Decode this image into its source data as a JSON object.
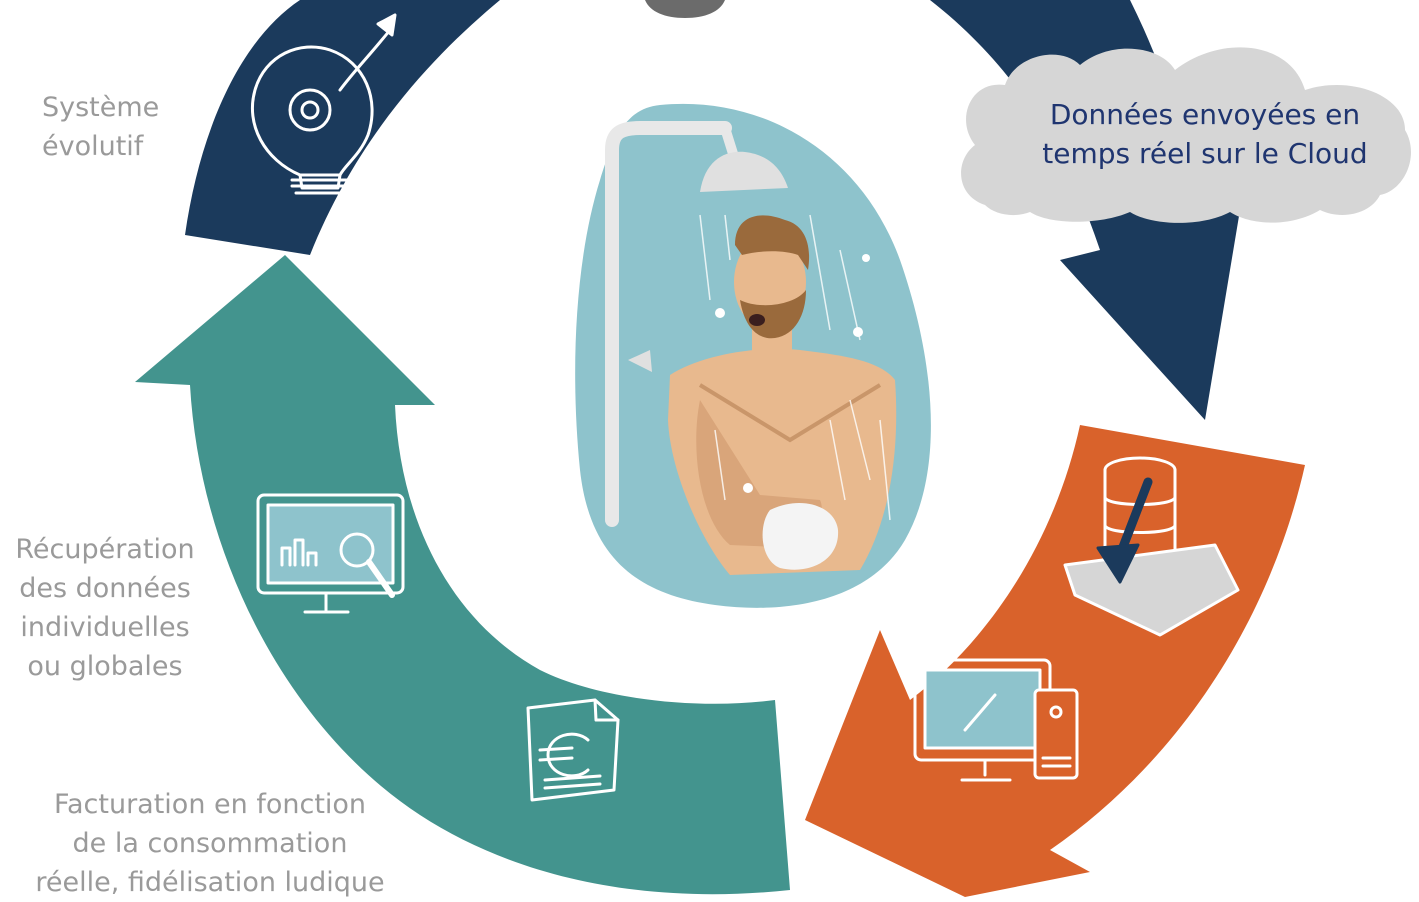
{
  "colors": {
    "navy": "#1b3a5c",
    "teal": "#43948e",
    "orange": "#d9622b",
    "cloud": "#d6d6d6",
    "water": "#8ec3cc",
    "skin": "#e8b98e",
    "label_gray": "#9a9a9a",
    "cloud_text": "#1f3570"
  },
  "labels": {
    "system": [
      "Système",
      "évolutif"
    ],
    "recuperation": [
      "Récupération",
      "des données",
      "individuelles",
      "ou globales"
    ],
    "facturation": [
      "Facturation en fonction",
      "de la consommation",
      "réelle, fidélisation ludique"
    ],
    "cloud": [
      "Données envoyées en",
      "temps réel sur le Cloud"
    ]
  },
  "icons": [
    "lightbulb-gear-icon",
    "dashboard-monitor-icon",
    "euro-invoice-icon",
    "database-download-icon",
    "desktop-computer-icon",
    "shower-illustration"
  ]
}
